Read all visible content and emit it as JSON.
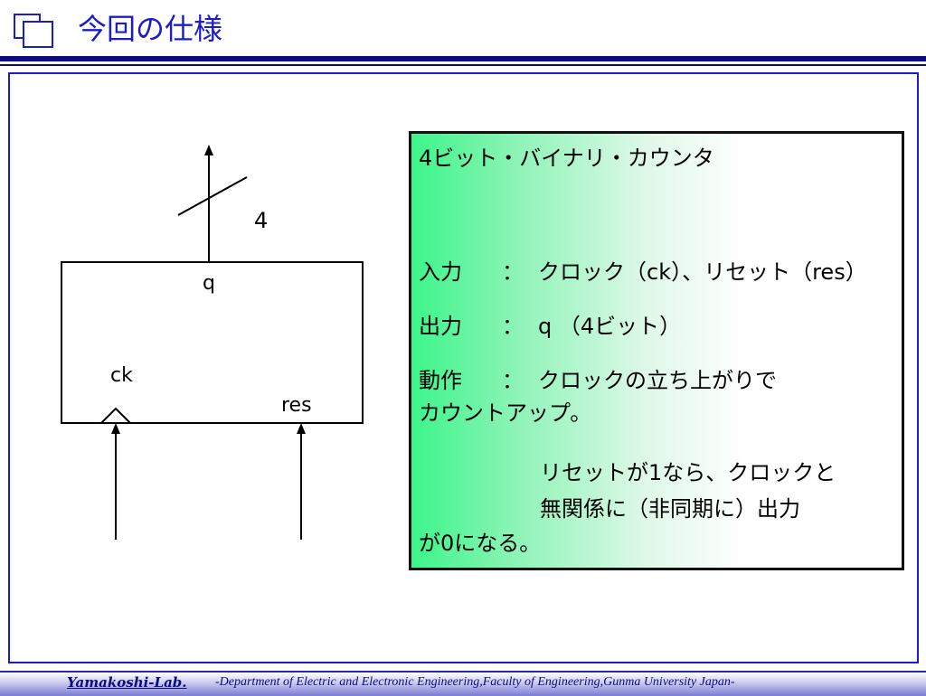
{
  "title": "今回の仕様",
  "diagram": {
    "bus_width_label": "4",
    "output_label": "q",
    "clock_label": "ck",
    "reset_label": "res"
  },
  "spec": {
    "heading": "4ビット・バイナリ・カウンタ",
    "input_label": "入力",
    "input_value": "クロック（ck）、リセット（res）",
    "output_label": "出力",
    "output_value": "q （4ビット）",
    "operation_label": "動作",
    "operation_value_1": "クロックの立ち上がりで",
    "operation_value_2": "カウントアップ。",
    "reset_desc_1": "リセットが1なら、クロックと",
    "reset_desc_2": "無関係に（非同期に）出力",
    "reset_desc_3": "が0になる。",
    "colon": "："
  },
  "footer": {
    "lab": "Yamakoshi-Lab.",
    "department": "-Department of Electric and Electronic Engineering,Faculty of Engineering,Gunma University Japan-"
  },
  "colors": {
    "title": "#1c1cc8",
    "rule": "#0b0b82",
    "box_gradient_start": "#3cf58a"
  }
}
